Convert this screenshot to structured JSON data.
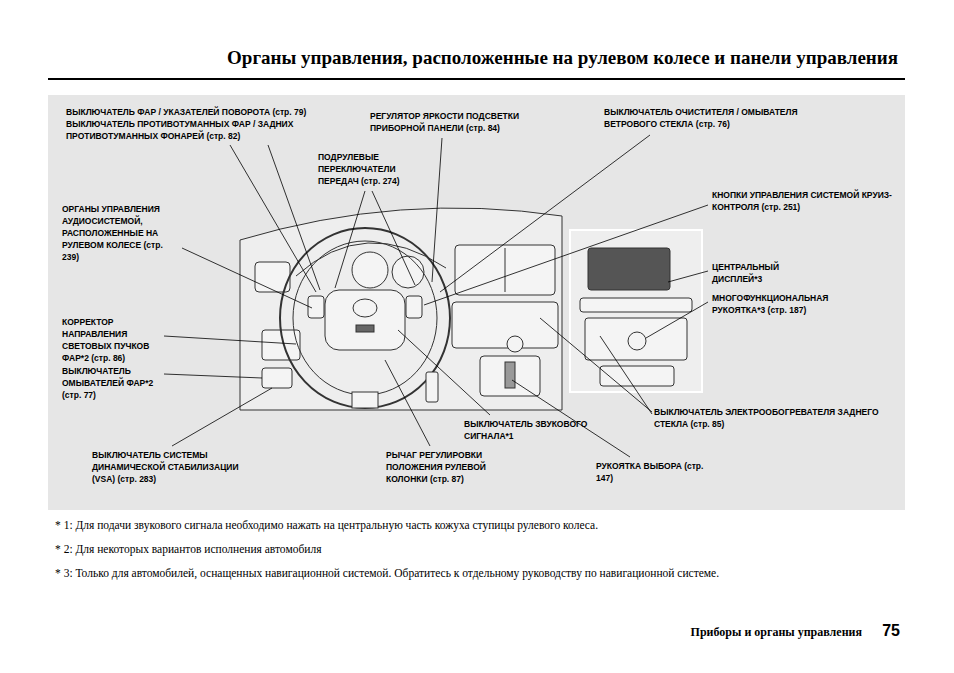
{
  "diagram": {
    "title": "Органы управления, расположенные на рулевом колесе и панели управления",
    "labels": [
      "ВЫКЛЮЧАТЕЛЬ ФАР / УКАЗАТЕЛЕЙ ПОВОРОТА (стр. 79) ВЫКЛЮЧАТЕЛЬ ПРОТИВОТУМАННЫХ ФАР / ЗАДНИХ ПРОТИВОТУМАННЫХ ФОНАРЕЙ (стр. 82)",
      "РЕГУЛЯТОР ЯРКОСТИ ПОДСВЕТКИ ПРИБОРНОЙ ПАНЕЛИ (стр. 84)",
      "ВЫКЛЮЧАТЕЛЬ ОЧИСТИТЕЛЯ / ОМЫВАТЕЛЯ ВЕТРОВОГО СТЕКЛА (стр. 76)",
      "ПОДРУЛЕВЫЕ ПЕРЕКЛЮЧАТЕЛИ ПЕРЕДАЧ (стр. 274)",
      "КНОПКИ УПРАВЛЕНИЯ СИСТЕМОЙ КРУИЗ-КОНТРОЛЯ (стр. 251)",
      "ОРГАНЫ УПРАВЛЕНИЯ АУДИОСИСТЕМОЙ, РАСПОЛОЖЕННЫЕ НА РУЛЕВОМ КОЛЕСЕ (стр. 239)",
      "ЦЕНТРАЛЬНЫЙ ДИСПЛЕЙ*3",
      "МНОГОФУНКЦИОНАЛЬНАЯ РУКОЯТКА*3 (стр. 187)",
      "КОРРЕКТОР НАПРАВЛЕНИЯ СВЕТОВЫХ ПУЧКОВ ФАР*2 (стр. 86)",
      "ВЫКЛЮЧАТЕЛЬ ОМЫВАТЕЛЕЙ ФАР*2 (стр. 77)",
      "ВЫКЛЮЧАТЕЛЬ ЭЛЕКТРООБОГРЕВАТЕЛЯ ЗАДНЕГО СТЕКЛА (стр. 85)",
      "ВЫКЛЮЧАТЕЛЬ ЗВУКОВОГО СИГНАЛА*1",
      "ВЫКЛЮЧАТЕЛЬ СИСТЕМЫ ДИНАМИЧЕСКОЙ СТАБИЛИЗАЦИИ (VSA) (стр. 283)",
      "РЫЧАГ РЕГУЛИРОВКИ ПОЛОЖЕНИЯ РУЛЕВОЙ КОЛОНКИ (стр. 87)",
      "РУКОЯТКА ВЫБОРА (стр. 147)",
      "* 1: Для подачи звукового сигнала необходимо нажать на центральную часть кожуха ступицы рулевого колеса.",
      "* 2: Для некоторых вариантов исполнения автомобиля",
      "* 3: Только для автомобилей, оснащенных навигационной системой.  Обратитесь к отдельному руководству по навигационной системе.",
      "Приборы и органы управления",
      "75"
    ]
  }
}
